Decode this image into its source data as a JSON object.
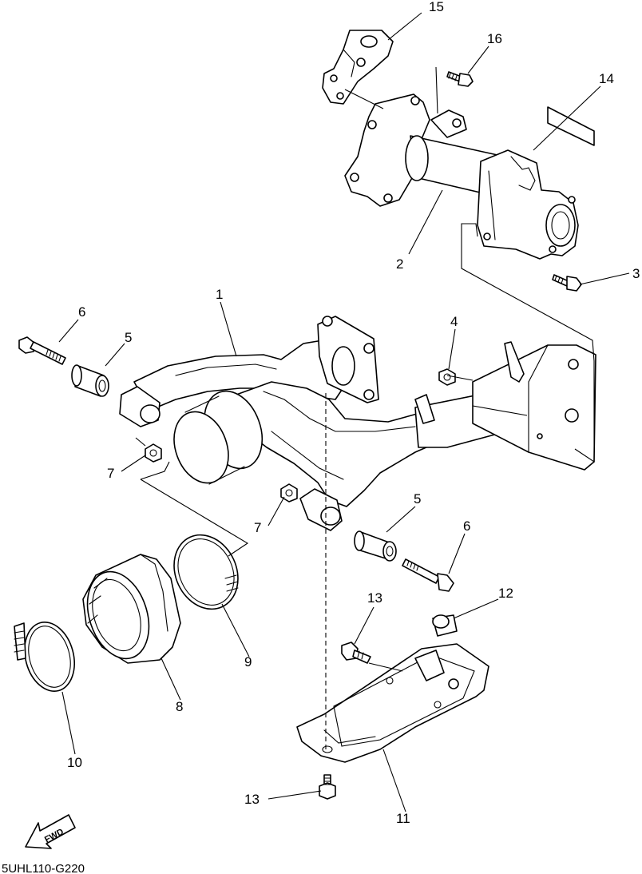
{
  "diagram": {
    "code": "5UHL110-G220",
    "fwd_label": "FWD",
    "callouts": [
      {
        "id": "c15",
        "num": "15"
      },
      {
        "id": "c16",
        "num": "16"
      },
      {
        "id": "c14",
        "num": "14"
      },
      {
        "id": "c2",
        "num": "2"
      },
      {
        "id": "c3",
        "num": "3"
      },
      {
        "id": "c1",
        "num": "1"
      },
      {
        "id": "c6a",
        "num": "6"
      },
      {
        "id": "c5a",
        "num": "5"
      },
      {
        "id": "c4",
        "num": "4"
      },
      {
        "id": "c7a",
        "num": "7"
      },
      {
        "id": "c7b",
        "num": "7"
      },
      {
        "id": "c5b",
        "num": "5"
      },
      {
        "id": "c6b",
        "num": "6"
      },
      {
        "id": "c13a",
        "num": "13"
      },
      {
        "id": "c12",
        "num": "12"
      },
      {
        "id": "c9",
        "num": "9"
      },
      {
        "id": "c8",
        "num": "8"
      },
      {
        "id": "c10",
        "num": "10"
      },
      {
        "id": "c13b",
        "num": "13"
      },
      {
        "id": "c11",
        "num": "11"
      }
    ]
  }
}
